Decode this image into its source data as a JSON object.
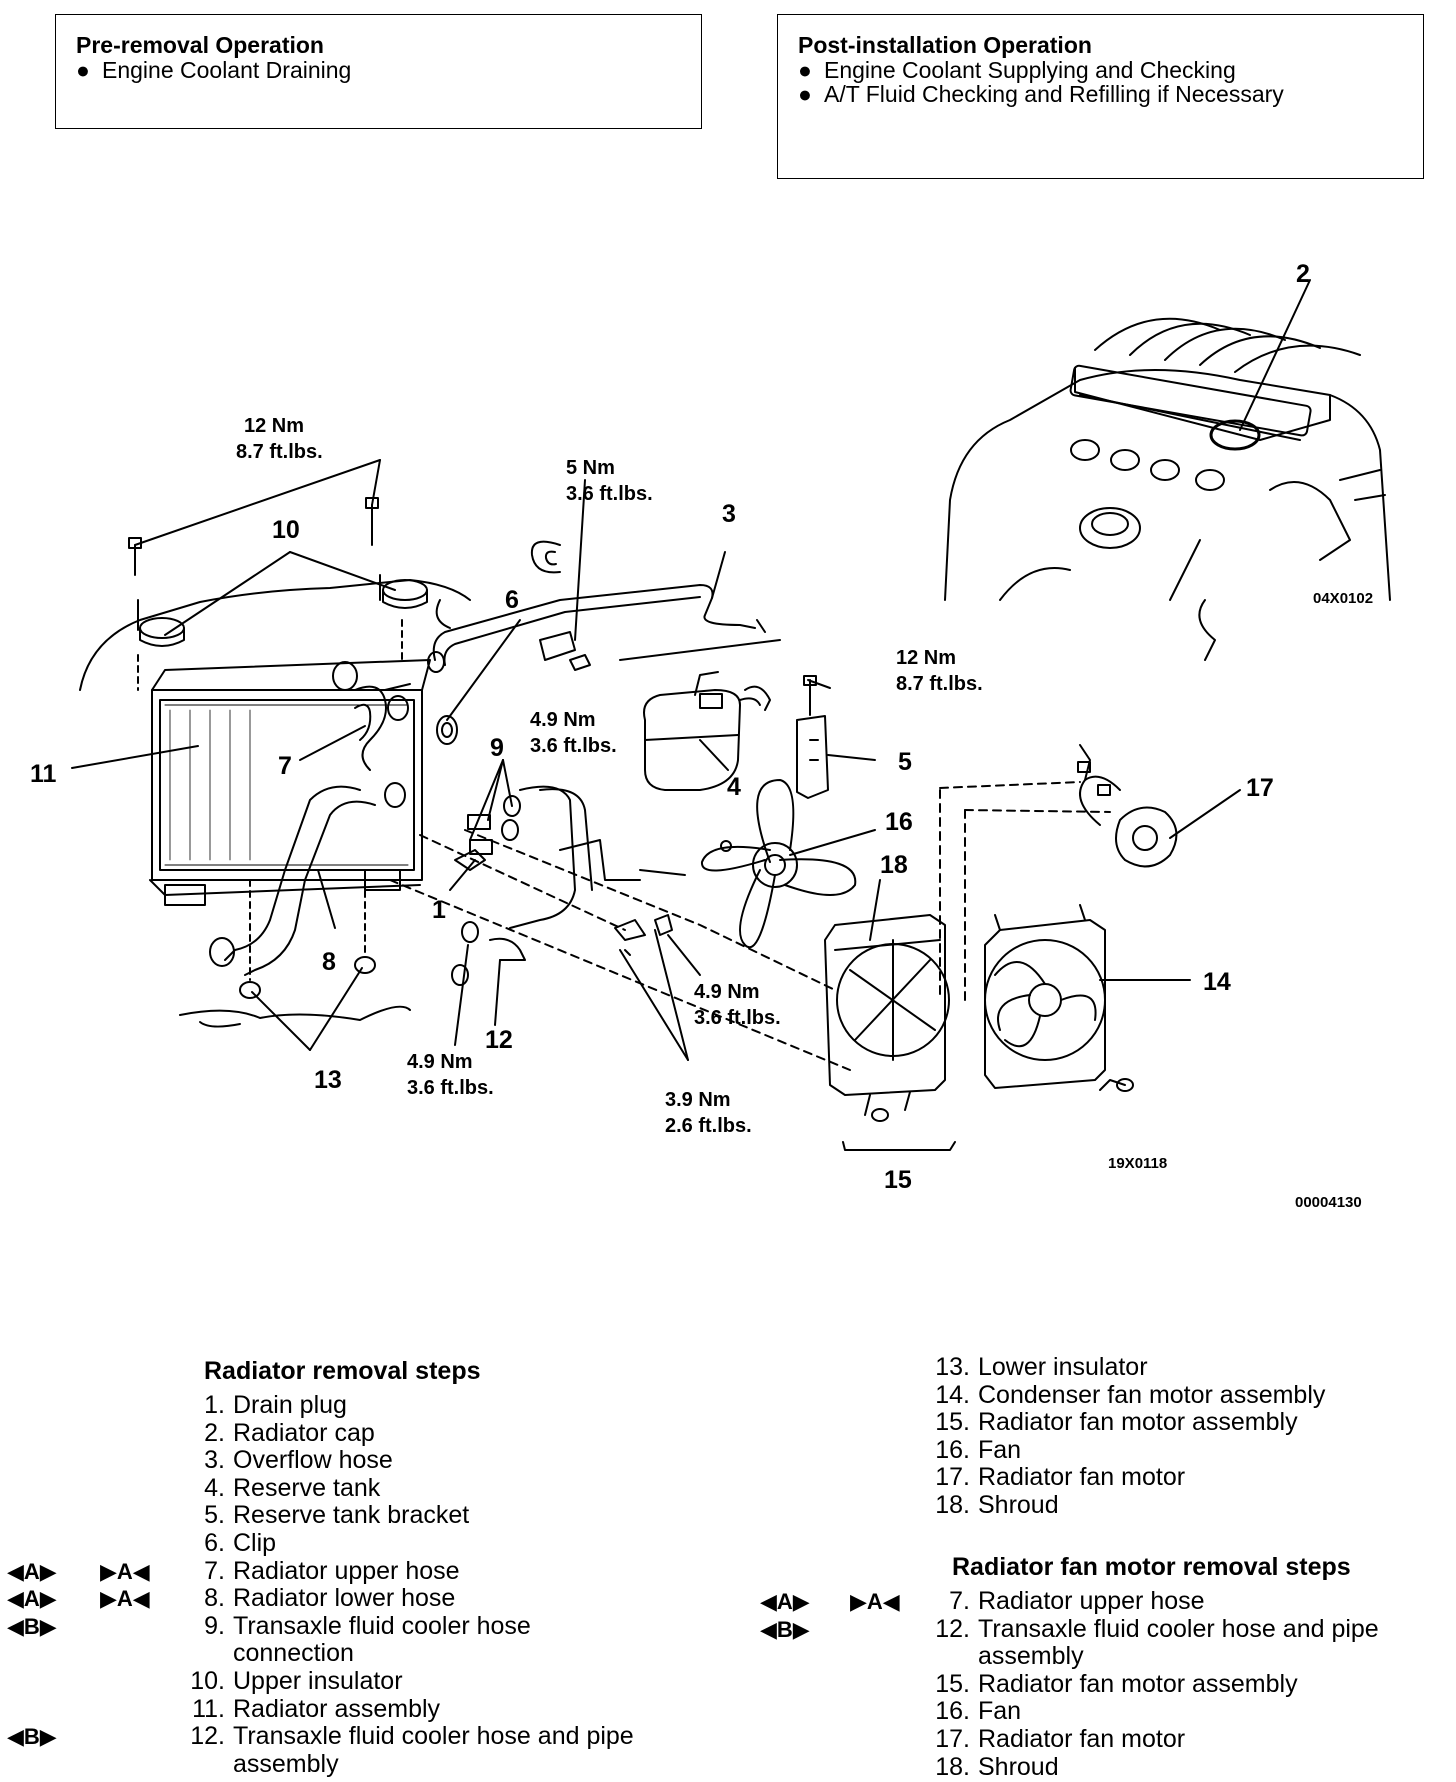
{
  "pre_removal": {
    "title": "Pre-removal Operation",
    "items": [
      "Engine Coolant Draining"
    ]
  },
  "post_installation": {
    "title": "Post-installation Operation",
    "items": [
      "Engine Coolant Supplying and Checking",
      "A/T Fluid Checking and Refilling if Necessary"
    ]
  },
  "diagram": {
    "callouts": [
      "1",
      "2",
      "3",
      "4",
      "5",
      "6",
      "7",
      "8",
      "9",
      "10",
      "11",
      "12",
      "13",
      "14",
      "15",
      "16",
      "17",
      "18"
    ],
    "torque": {
      "t_upper_insulator": [
        "12 Nm",
        "8.7 ft.lbs."
      ],
      "t_overflow": [
        "5 Nm",
        "3.6 ft.lbs."
      ],
      "t_clip9": [
        "4.9 Nm",
        "3.6 ft.lbs."
      ],
      "t_bracket": [
        "12 Nm",
        "8.7 ft.lbs."
      ],
      "t_right": [
        "4.9 Nm",
        "3.6 ft.lbs."
      ],
      "t_bottom": [
        "4.9 Nm",
        "3.6 ft.lbs."
      ],
      "t_fan": [
        "3.9 Nm",
        "2.6 ft.lbs."
      ]
    },
    "codes": {
      "inset": "04X0102",
      "main": "19X0118",
      "figure": "00004130"
    }
  },
  "radiator_removal": {
    "title": "Radiator removal steps",
    "steps": [
      {
        "num": "1.",
        "label": "Drain plug"
      },
      {
        "num": "2.",
        "label": "Radiator cap"
      },
      {
        "num": "3.",
        "label": "Overflow hose"
      },
      {
        "num": "4.",
        "label": "Reserve tank"
      },
      {
        "num": "5.",
        "label": "Reserve tank bracket"
      },
      {
        "num": "6.",
        "label": "Clip"
      },
      {
        "num": "7.",
        "label": "Radiator upper hose",
        "rm": "◀A▶",
        "ins": "▶A◀"
      },
      {
        "num": "8.",
        "label": "Radiator lower hose",
        "rm": "◀A▶",
        "ins": "▶A◀"
      },
      {
        "num": "9.",
        "label": "Transaxle fluid cooler hose connection",
        "rm": "◀B▶",
        "ins": ""
      },
      {
        "num": "10.",
        "label": "Upper insulator"
      },
      {
        "num": "11.",
        "label": "Radiator assembly"
      },
      {
        "num": "12.",
        "label": "Transaxle fluid cooler hose and pipe assembly",
        "rm": "◀B▶",
        "ins": ""
      }
    ],
    "steps_cont": [
      {
        "num": "13.",
        "label": "Lower insulator"
      },
      {
        "num": "14.",
        "label": "Condenser fan motor assembly"
      },
      {
        "num": "15.",
        "label": "Radiator fan motor assembly"
      },
      {
        "num": "16.",
        "label": "Fan"
      },
      {
        "num": "17.",
        "label": "Radiator fan motor"
      },
      {
        "num": "18.",
        "label": "Shroud"
      }
    ]
  },
  "fan_motor_removal": {
    "title": "Radiator fan motor removal steps",
    "steps": [
      {
        "num": "7.",
        "label": "Radiator upper hose",
        "rm": "◀A▶",
        "ins": "▶A◀"
      },
      {
        "num": "12.",
        "label": "Transaxle fluid cooler hose and pipe assembly",
        "rm": "◀B▶",
        "ins": ""
      },
      {
        "num": "15.",
        "label": "Radiator fan motor assembly"
      },
      {
        "num": "16.",
        "label": "Fan"
      },
      {
        "num": "17.",
        "label": "Radiator fan motor"
      },
      {
        "num": "18.",
        "label": "Shroud"
      }
    ]
  }
}
